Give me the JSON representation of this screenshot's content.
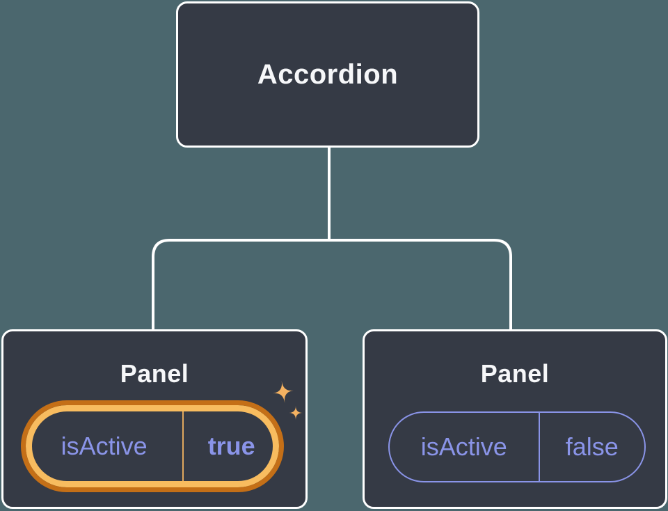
{
  "diagram": {
    "description": "React component tree diagram showing state in an Accordion with two Panel children",
    "background_color": "#4b676e",
    "node_fill_color": "#353a45",
    "node_border_color": "#ffffff",
    "connector_color": "#ffffff",
    "state_text_color": "#8a94e8",
    "highlight_outer_color": "#c46f17",
    "highlight_inner_color": "#f8bc5f",
    "highlight_divider_color": "#e2a95e",
    "sparkle_color": "#f5b261",
    "root": {
      "label": "Accordion"
    },
    "panels": [
      {
        "title": "Panel",
        "prop_name": "isActive",
        "prop_value": "true",
        "highlighted": true
      },
      {
        "title": "Panel",
        "prop_name": "isActive",
        "prop_value": "false",
        "highlighted": false
      }
    ]
  }
}
